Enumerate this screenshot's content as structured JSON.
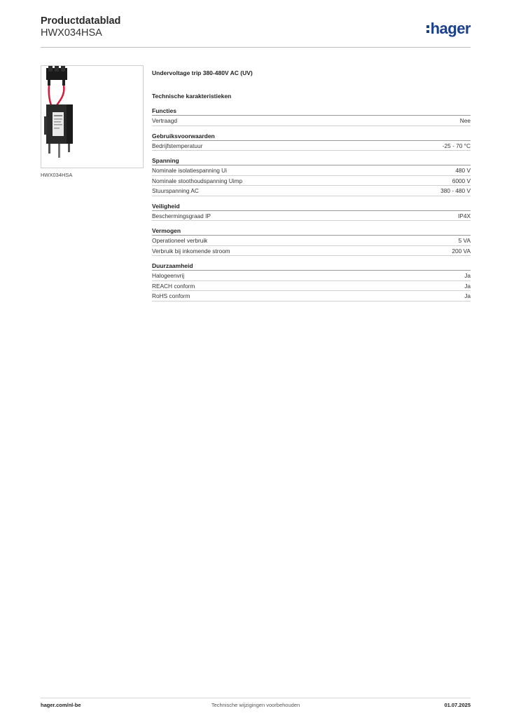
{
  "header": {
    "title": "Productdatablad",
    "subtitle": "HWX034HSA",
    "logo_text": "hager"
  },
  "product": {
    "image_caption": "HWX034HSA",
    "name": "Undervoltage trip 380-480V AC (UV)"
  },
  "tech_title": "Technische karakteristieken",
  "sections": [
    {
      "title": "Functies",
      "rows": [
        {
          "label": "Vertraagd",
          "value": "Nee"
        }
      ]
    },
    {
      "title": "Gebruiksvoorwaarden",
      "rows": [
        {
          "label": "Bedrijfstemperatuur",
          "value": "-25 - 70 °C"
        }
      ]
    },
    {
      "title": "Spanning",
      "rows": [
        {
          "label": "Nominale isolatiespanning Ui",
          "value": "480 V"
        },
        {
          "label": "Nominale stoothoudspanning Uimp",
          "value": "6000 V"
        },
        {
          "label": "Stuurspanning AC",
          "value": "380 - 480 V"
        }
      ]
    },
    {
      "title": "Veiligheid",
      "rows": [
        {
          "label": "Beschermingsgraad IP",
          "value": "IP4X"
        }
      ]
    },
    {
      "title": "Vermogen",
      "rows": [
        {
          "label": "Operationeel verbruik",
          "value": "5 VA"
        },
        {
          "label": "Verbruik bij inkomende stroom",
          "value": "200 VA"
        }
      ]
    },
    {
      "title": "Duurzaamheid",
      "rows": [
        {
          "label": "Halogeenvrij",
          "value": "Ja"
        },
        {
          "label": "REACH conform",
          "value": "Ja"
        },
        {
          "label": "RoHS conform",
          "value": "Ja"
        }
      ]
    }
  ],
  "footer": {
    "left": "hager.com/nl-be",
    "middle": "Technische wijzigingen voorbehouden",
    "right": "01.07.2025"
  },
  "colors": {
    "brand": "#1b3f8f",
    "cable": "#d81b3a"
  }
}
